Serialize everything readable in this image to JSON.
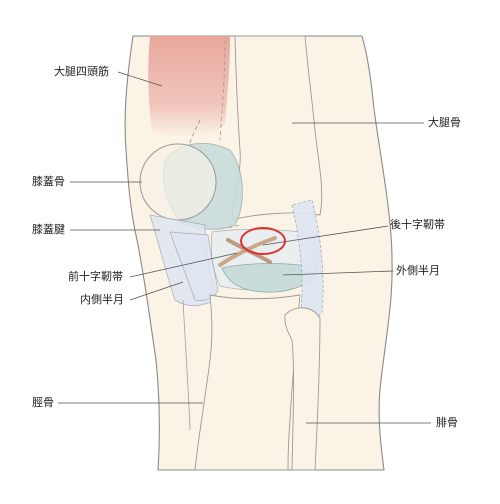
{
  "labels": {
    "quadriceps": "大腿四頭筋",
    "femur": "大腿骨",
    "patella": "膝蓋骨",
    "patellar_tendon": "膝蓋腱",
    "pcl": "後十字靭帯",
    "acl": "前十字靭帯",
    "lateral_meniscus": "外側半月",
    "medial_meniscus": "内側半月",
    "tibia": "脛骨",
    "fibula": "腓骨"
  },
  "colors": {
    "skin": "#fbf3e6",
    "outline": "#8a8a8a",
    "muscle": "#e9a9a0",
    "cartilage": "#c9dcdc",
    "ligament": "#dfe6f2",
    "highlight": "#e03030",
    "leader": "#555555"
  }
}
